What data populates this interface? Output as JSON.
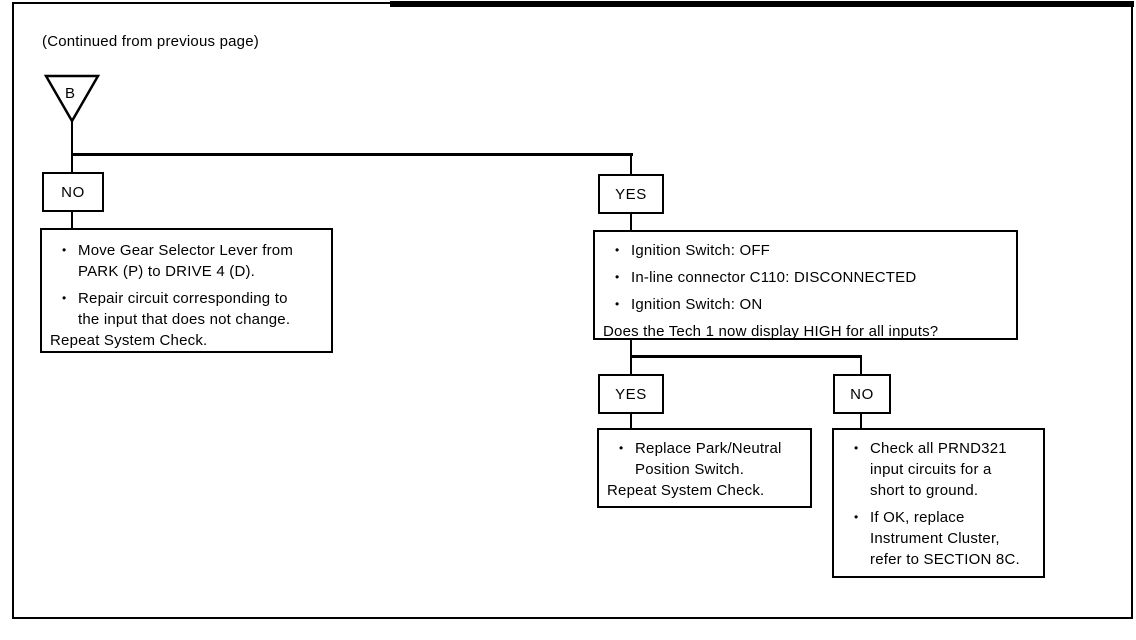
{
  "note": {
    "continued": "(Continued from previous page)"
  },
  "connector_b": {
    "label": "B"
  },
  "branch_top": {
    "no_label": "NO",
    "yes_label": "YES"
  },
  "no_action_box": {
    "lines": [
      {
        "text": "Move Gear Selector Lever from"
      },
      {
        "text": "PARK (P) to DRIVE 4 (D)."
      },
      {
        "text": "Repair circuit corresponding to"
      },
      {
        "text": "the input that does not change."
      },
      {
        "text": "Repeat System Check."
      }
    ]
  },
  "decision_box": {
    "lines": [
      {
        "text": "Ignition Switch: OFF"
      },
      {
        "text": "In-line connector C110: DISCONNECTED"
      },
      {
        "text": "Ignition Switch: ON"
      },
      {
        "text": "Does the Tech 1 now display HIGH for all inputs?"
      }
    ]
  },
  "branch_sub": {
    "yes_label": "YES",
    "no_label": "NO"
  },
  "replace_switch_box": {
    "lines": [
      {
        "text": "Replace Park/Neutral"
      },
      {
        "text": "Position Switch."
      },
      {
        "text": "Repeat System Check."
      }
    ]
  },
  "check_circuits_box": {
    "lines": [
      {
        "text": "Check all PRND321"
      },
      {
        "text": "input circuits for a"
      },
      {
        "text": "short to ground."
      },
      {
        "text": "If OK, replace"
      },
      {
        "text": "Instrument Cluster,"
      },
      {
        "text": "refer to SECTION 8C."
      }
    ]
  }
}
